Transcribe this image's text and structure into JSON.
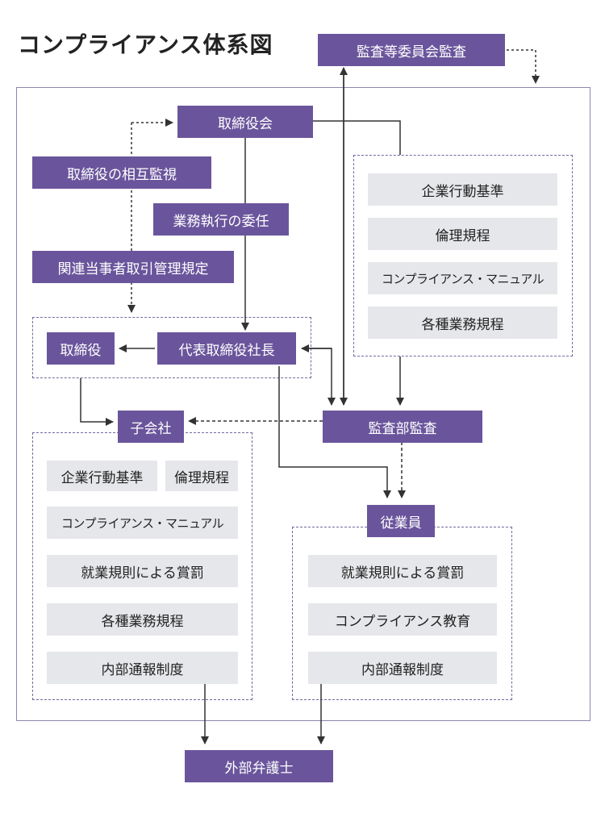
{
  "title": "コンプライアンス体系図",
  "colors": {
    "purple": "#6a559c",
    "gray": "#e6e7ea",
    "line": "#333333",
    "frame": "#8a86b0"
  },
  "nodes": {
    "audit_committee": "監査等委員会監査",
    "board": "取締役会",
    "mutual_monitoring": "取締役の相互監視",
    "delegation": "業務執行の委任",
    "related_party": "関連当事者取引管理規定",
    "directors": "取締役",
    "president": "代表取締役社長",
    "subsidiary": "子会社",
    "internal_audit": "監査部監査",
    "employees": "従業員",
    "external_lawyer": "外部弁護士"
  },
  "company_rules": [
    "企業行動基準",
    "倫理規程",
    "コンプライアンス・マニュアル",
    "各種業務規程"
  ],
  "subsidiary_rules": {
    "row1": [
      "企業行動基準",
      "倫理規程"
    ],
    "items": [
      "コンプライアンス・マニュアル",
      "就業規則による賞罰",
      "各種業務規程",
      "内部通報制度"
    ]
  },
  "employee_rules": [
    "就業規則による賞罰",
    "コンプライアンス教育",
    "内部通報制度"
  ]
}
